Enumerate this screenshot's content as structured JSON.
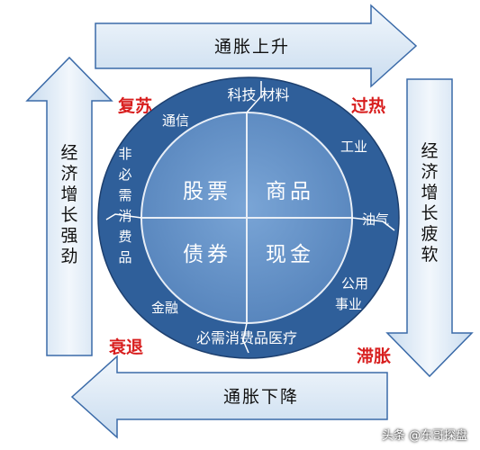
{
  "arrows": {
    "top": "通胀上升",
    "bottom": "通胀下降",
    "left": "经济增长强劲",
    "right": "经济增长疲软"
  },
  "phases": {
    "top_left": "复苏",
    "top_right": "过热",
    "bottom_left": "衰退",
    "bottom_right": "滞胀"
  },
  "assets": {
    "stocks": "股票",
    "commodities": "商品",
    "bonds": "债券",
    "cash": "现金"
  },
  "sectors": {
    "tech_materials": "科技 材料",
    "telecom": "通信",
    "non_essential_consumer": "非必需消费品",
    "industrial": "工业",
    "oil_gas": "油气",
    "utilities_line1": "公用",
    "utilities_line2": "事业",
    "finance": "金融",
    "essential_consumer_medical": "必需消费品医疗"
  },
  "watermark": "头条 @东哥探盘",
  "colors": {
    "ring": "#2f5f9a",
    "inner": "#5f8fc6",
    "arrow_fill": "#dce8f5",
    "arrow_stroke": "#3a6aa8",
    "phase_red": "#d81e1e"
  }
}
